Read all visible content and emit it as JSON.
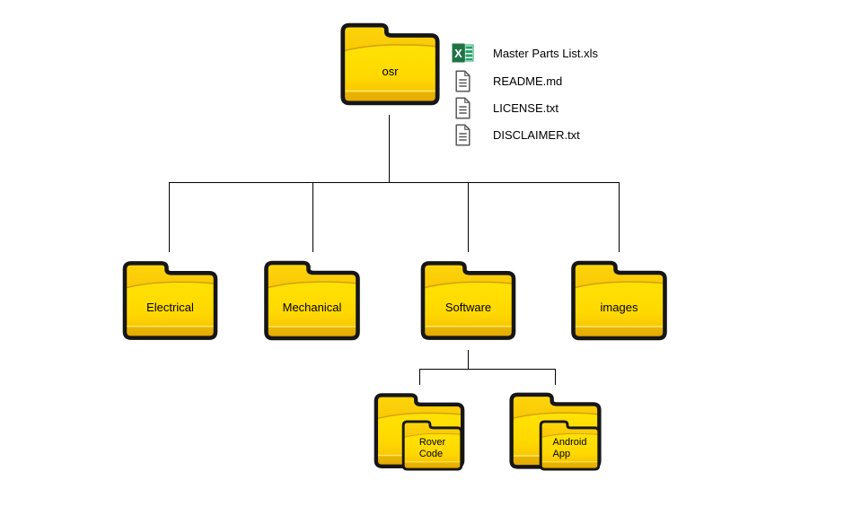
{
  "root_folder": {
    "label": "osr"
  },
  "attached_files": [
    {
      "name": "Master Parts List.xls",
      "icon": "excel-file-icon"
    },
    {
      "name": "README.md",
      "icon": "document-icon"
    },
    {
      "name": "LICENSE.txt",
      "icon": "document-icon"
    },
    {
      "name": "DISCLAIMER.txt",
      "icon": "document-icon"
    }
  ],
  "level1_folders": [
    {
      "label": "Electrical"
    },
    {
      "label": "Mechanical"
    },
    {
      "label": "Software"
    },
    {
      "label": "images"
    }
  ],
  "software_subfolders": [
    {
      "line1": "Rover",
      "line2": "Code"
    },
    {
      "line1": "Android",
      "line2": "App"
    }
  ],
  "colors": {
    "folder_yellow_bright": "#ffe100",
    "folder_gold": "#f1b400",
    "folder_outline": "#161616",
    "connector_line": "#000000",
    "excel_green_dark": "#217346",
    "excel_green_grid": "#21a366",
    "document_gray": "#595959",
    "background": "#ffffff",
    "text": "#000000"
  }
}
